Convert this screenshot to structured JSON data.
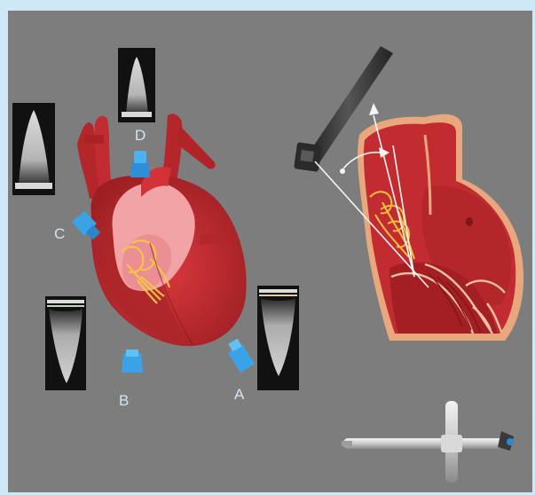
{
  "probe_labels": {
    "a": "A",
    "b": "B",
    "c": "C",
    "d": "D"
  },
  "colors": {
    "background": "#7d7d7d",
    "border": "#cfe8f6",
    "heart_red": "#c0282c",
    "heart_dark": "#8f1c20",
    "artery_pink": "#f2a3a6",
    "probe_blue": "#3aa3e8",
    "valve_yellow": "#f4c842",
    "label_color": "#cfe6f3"
  }
}
